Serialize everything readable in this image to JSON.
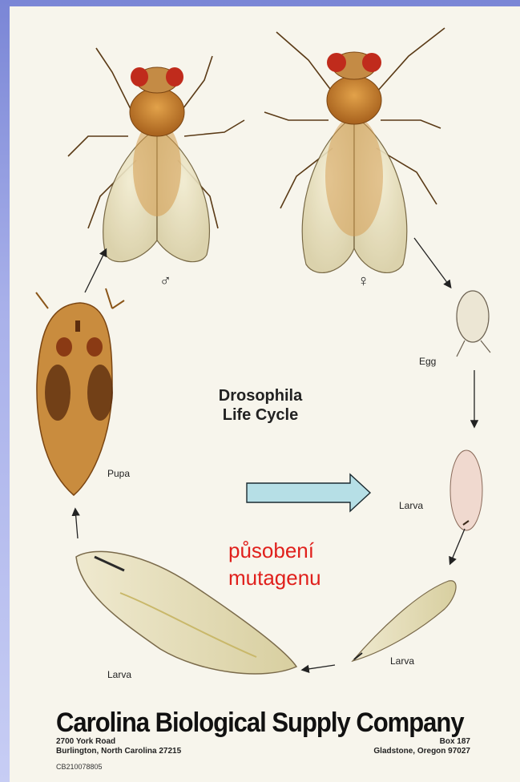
{
  "title": {
    "line1": "Drosophila",
    "line2": "Life Cycle"
  },
  "stages": {
    "male_symbol": "♂",
    "female_symbol": "♀",
    "egg": "Egg",
    "pupa": "Pupa",
    "larva_1": "Larva",
    "larva_2": "Larva",
    "larva_3": "Larva"
  },
  "annotation": {
    "line1": "působení",
    "line2": "mutagenu"
  },
  "footer": {
    "company": "Carolina Biological Supply Company",
    "address_left_1": "2700 York Road",
    "address_left_2": "Burlington, North Carolina 27215",
    "address_right_1": "Box 187",
    "address_right_2": "Gladstone, Oregon 97027",
    "code": "CB210078805"
  },
  "colors": {
    "annotation": "#e0201c",
    "arrow_fill": "#b6dfe6"
  }
}
